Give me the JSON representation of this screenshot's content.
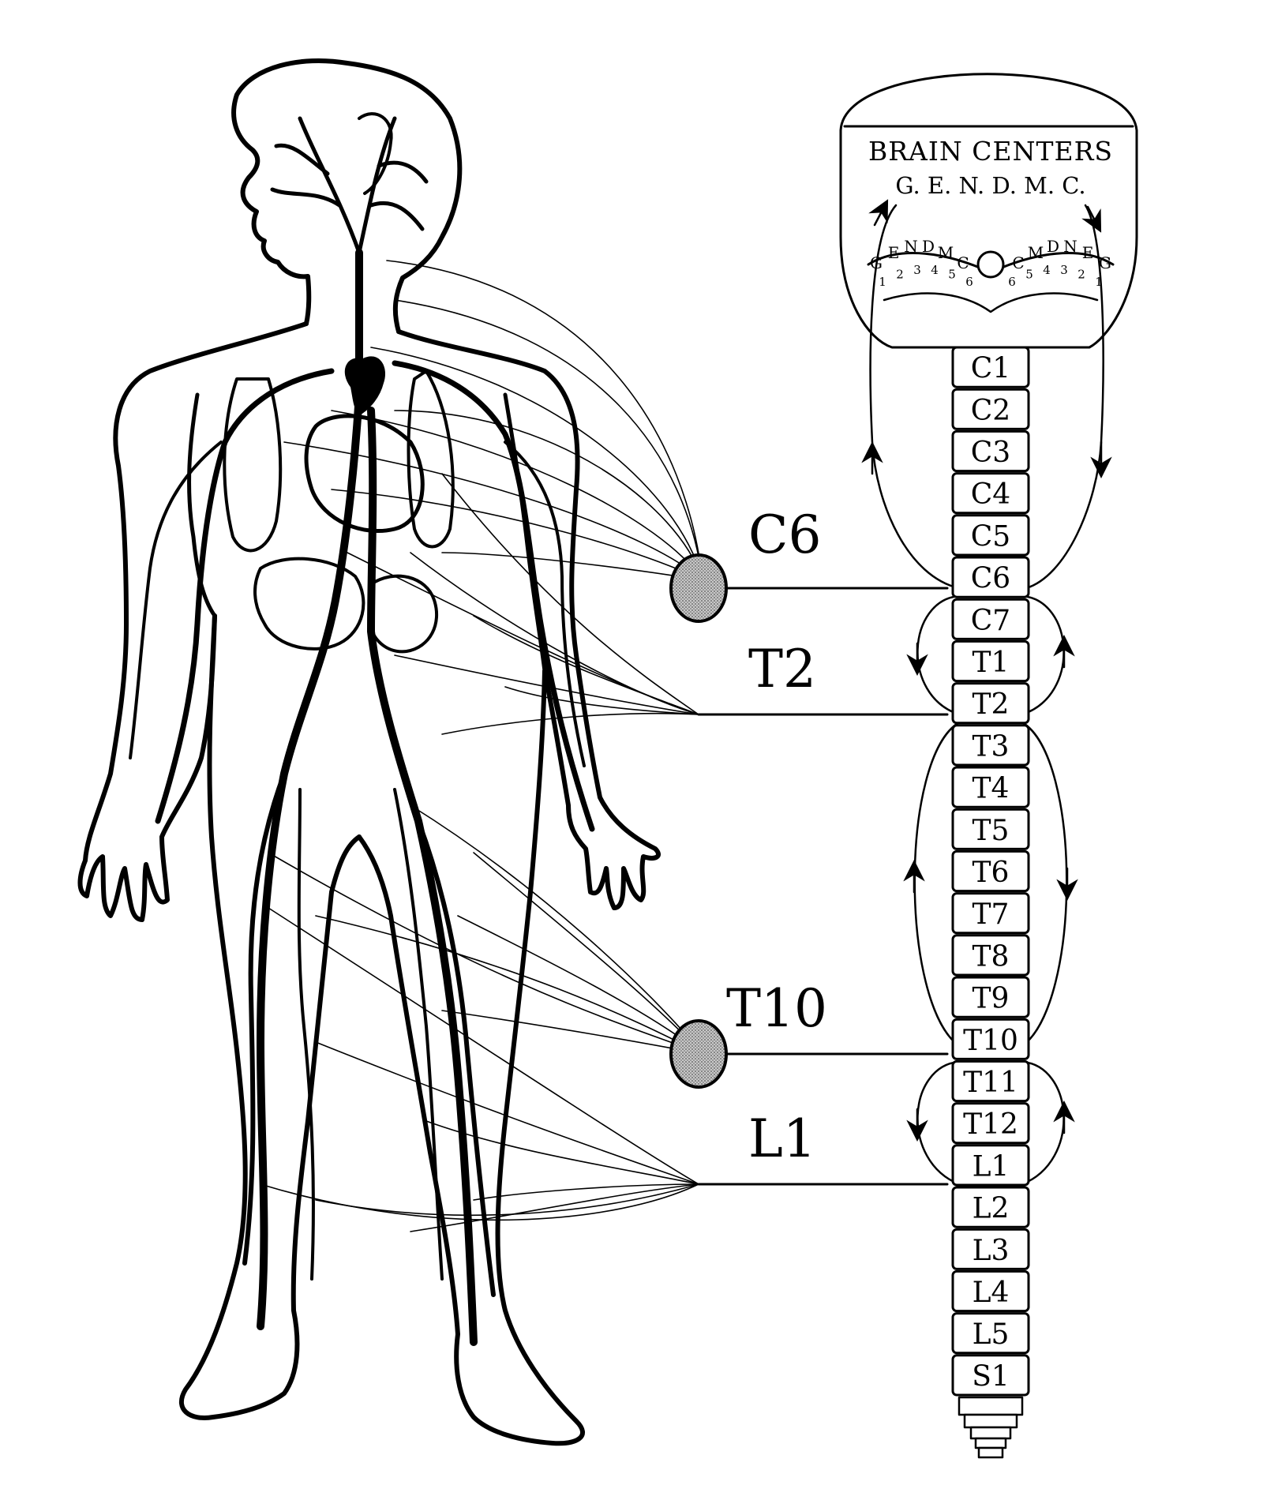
{
  "brain": {
    "title": "BRAIN CENTERS",
    "subtitle": "G. E. N. D. M. C.",
    "left_letters": [
      "G",
      "E",
      "N",
      "D",
      "M",
      "C"
    ],
    "right_letters": [
      "C",
      "M",
      "D",
      "N",
      "E",
      "G"
    ],
    "left_numbers": [
      "1",
      "2",
      "3",
      "4",
      "5",
      "6"
    ],
    "right_numbers": [
      "6",
      "5",
      "4",
      "3",
      "2",
      "1"
    ]
  },
  "vertebrae": [
    "C1",
    "C2",
    "C3",
    "C4",
    "C5",
    "C6",
    "C7",
    "T1",
    "T2",
    "T3",
    "T4",
    "T5",
    "T6",
    "T7",
    "T8",
    "T9",
    "T10",
    "T11",
    "T12",
    "L1",
    "L2",
    "L3",
    "L4",
    "L5",
    "S1"
  ],
  "level_labels": {
    "c6": "C6",
    "t2": "T2",
    "t10": "T10",
    "l1": "L1"
  },
  "colors": {
    "ink": "#000000",
    "ganglion_fill": "#a8a8a8",
    "background": "#ffffff"
  }
}
